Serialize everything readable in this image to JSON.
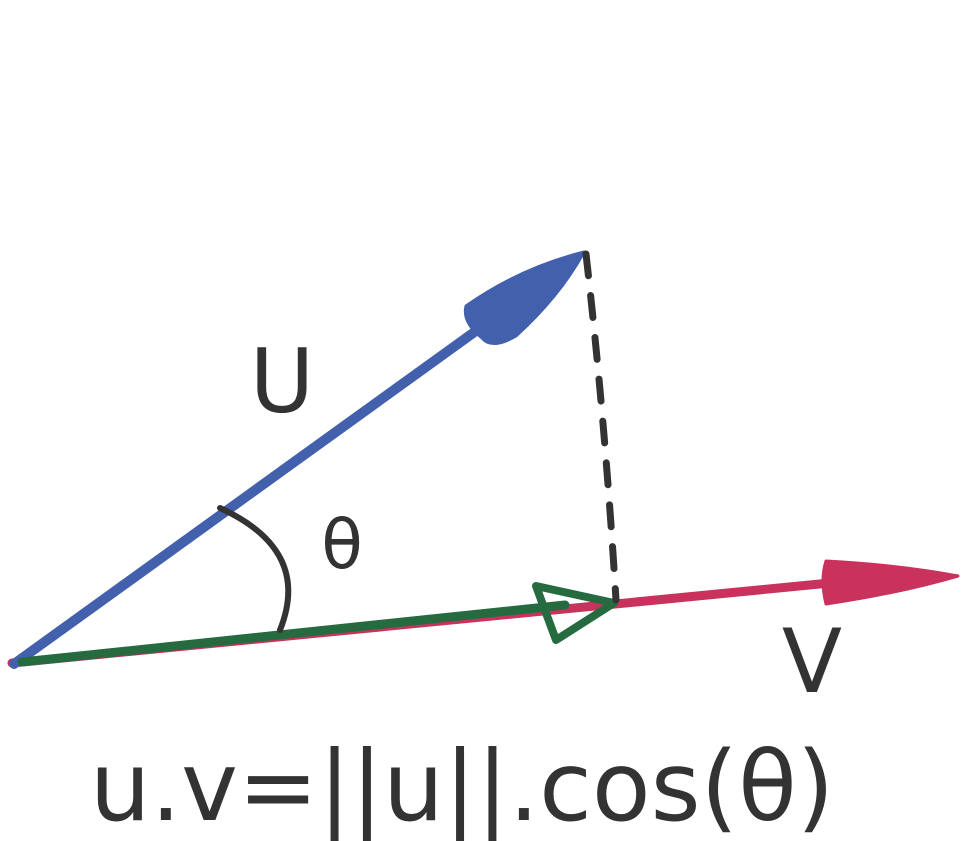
{
  "diagram": {
    "labels": {
      "vector_u": "U",
      "vector_v": "V",
      "angle": "θ",
      "formula": "u.v=||u||.cos(θ)"
    },
    "colors": {
      "vector_u": "#4360ad",
      "vector_v": "#c8325d",
      "projection": "#266b3f",
      "ink": "#333333",
      "background": "#ffffff"
    }
  }
}
